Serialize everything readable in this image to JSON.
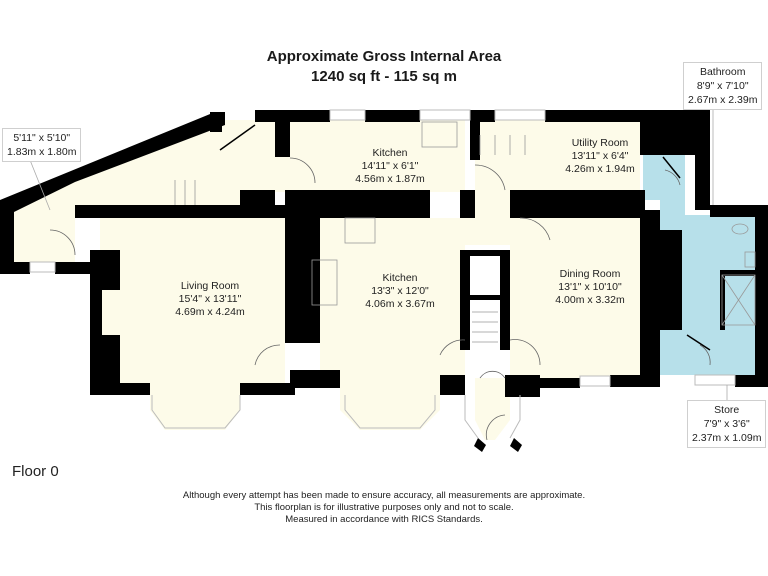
{
  "header": {
    "title": "Approximate Gross Internal Area",
    "area": "1240 sq ft - 115 sq m"
  },
  "colors": {
    "wall": "#000000",
    "room_fill": "#fdfbe9",
    "wet_room_fill": "#b7e0ea",
    "window": "#ffffff",
    "callout_border": "#cfcfcf"
  },
  "rooms": [
    {
      "name": "Kitchen",
      "imperial": "14'11\" x 6'1\"",
      "metric": "4.56m x 1.87m"
    },
    {
      "name": "Utility Room",
      "imperial": "13'11\" x 6'4\"",
      "metric": "4.26m x 1.94m"
    },
    {
      "name": "Living Room",
      "imperial": "15'4\" x 13'11\"",
      "metric": "4.69m x 4.24m"
    },
    {
      "name": "Kitchen",
      "imperial": "13'3\" x 12'0\"",
      "metric": "4.06m x 3.67m"
    },
    {
      "name": "Dining Room",
      "imperial": "13'1\" x 10'10\"",
      "metric": "4.00m x 3.32m"
    }
  ],
  "callouts": {
    "porch": {
      "name": "",
      "imperial": "5'11\" x 5'10\"",
      "metric": "1.83m x 1.80m"
    },
    "bathroom": {
      "name": "Bathroom",
      "imperial": "8'9\" x 7'10\"",
      "metric": "2.67m x 2.39m"
    },
    "store": {
      "name": "Store",
      "imperial": "7'9\" x 3'6\"",
      "metric": "2.37m x 1.09m"
    }
  },
  "floor_label": "Floor 0",
  "disclaimer": [
    "Although every attempt has been made to ensure accuracy, all measurements are approximate.",
    "This floorplan is for illustrative purposes only and not to scale.",
    "Measured in accordance with RICS Standards."
  ]
}
